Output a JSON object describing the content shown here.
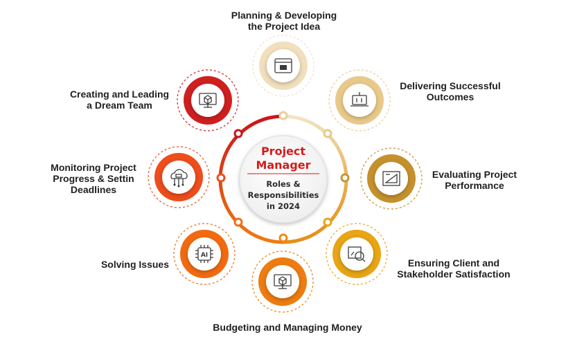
{
  "center": {
    "title_line1": "Project",
    "title_line2": "Manager",
    "sub_line1": "Roles &",
    "sub_line2": "Responsibilities",
    "sub_line3": "in 2024"
  },
  "roles": [
    {
      "line1": "Planning & Developing",
      "line2": "the Project Idea",
      "icon": "browser-window-icon",
      "color": "#f1dfbd"
    },
    {
      "line1": "Delivering Successful",
      "line2": "Outcomes",
      "icon": "laptop-circuit-icon",
      "color": "#e9c98a"
    },
    {
      "line1": "Evaluating Project",
      "line2": "Performance",
      "icon": "blueprint-icon",
      "color": "#c4912c"
    },
    {
      "line1": "Ensuring Client and",
      "line2": "Stakeholder Satisfaction",
      "icon": "chart-magnifier-icon",
      "color": "#e8a514"
    },
    {
      "line1": "Budgeting and Managing Money",
      "line2": "",
      "icon": "monitor-cube-icon",
      "color": "#ee7c10"
    },
    {
      "line1": "Solving Issues",
      "line2": "",
      "icon": "ai-chip-icon",
      "color": "#f26a10"
    },
    {
      "line1": "Monitoring Project",
      "line2": "Progress & Settin",
      "line3": "Deadlines",
      "icon": "cloud-database-icon",
      "color": "#ee4d1c"
    },
    {
      "line1": "Creating and Leading",
      "line2": "a Dream Team",
      "icon": "monitor-cube-icon",
      "color": "#cf1f1f"
    }
  ]
}
